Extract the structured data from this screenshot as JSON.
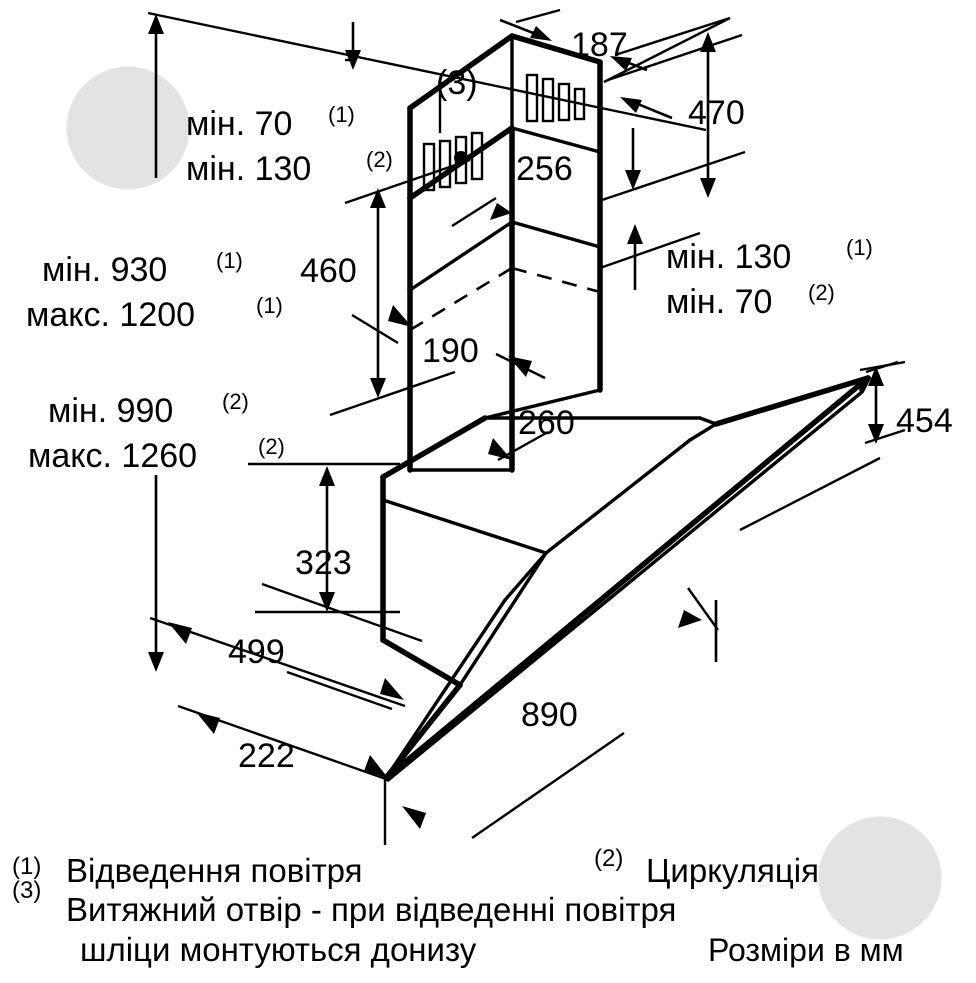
{
  "document": {
    "title": "Installation dimension drawing - wall-mounted angled cooker hood",
    "units_note": "Розміри в мм"
  },
  "dimensions": {
    "min_70_label": "мін. 70",
    "min_70_sup": "(1)",
    "min_130_label": "мін. 130",
    "min_130_sup": "(2)",
    "min_930_label": "мін. 930",
    "min_930_sup": "(1)",
    "max_1200_label": "макс. 1200",
    "max_1200_sup": "(1)",
    "min_990_label": "мін. 990",
    "min_990_sup": "(2)",
    "max_1260_label": "макс. 1260",
    "max_1260_sup": "(2)",
    "min_130_right_label": "мін. 130",
    "min_130_right_sup": "(1)",
    "min_70_right_label": "мін. 70",
    "min_70_right_sup": "(2)",
    "d_187": "187",
    "d_470": "470",
    "d_256": "256",
    "d_460": "460",
    "d_190": "190",
    "d_260": "260",
    "d_454": "454",
    "d_323": "323",
    "d_499": "499",
    "d_222": "222",
    "d_890": "890",
    "callout_3": "(3)"
  },
  "legend": {
    "item1_marker": "(1)",
    "item1_text": "Відведення повітря",
    "item2_marker": "(2)",
    "item2_text": "Циркуляція",
    "item3_marker": "(3)",
    "item3_line1": "Витяжний отвір - при відведенні повітря",
    "item3_line2": "шліци монтуються донизу",
    "units": "Розміри в мм"
  },
  "colors": {
    "line": "#000000",
    "background": "#ffffff",
    "watermark": "#e3e3e3"
  }
}
